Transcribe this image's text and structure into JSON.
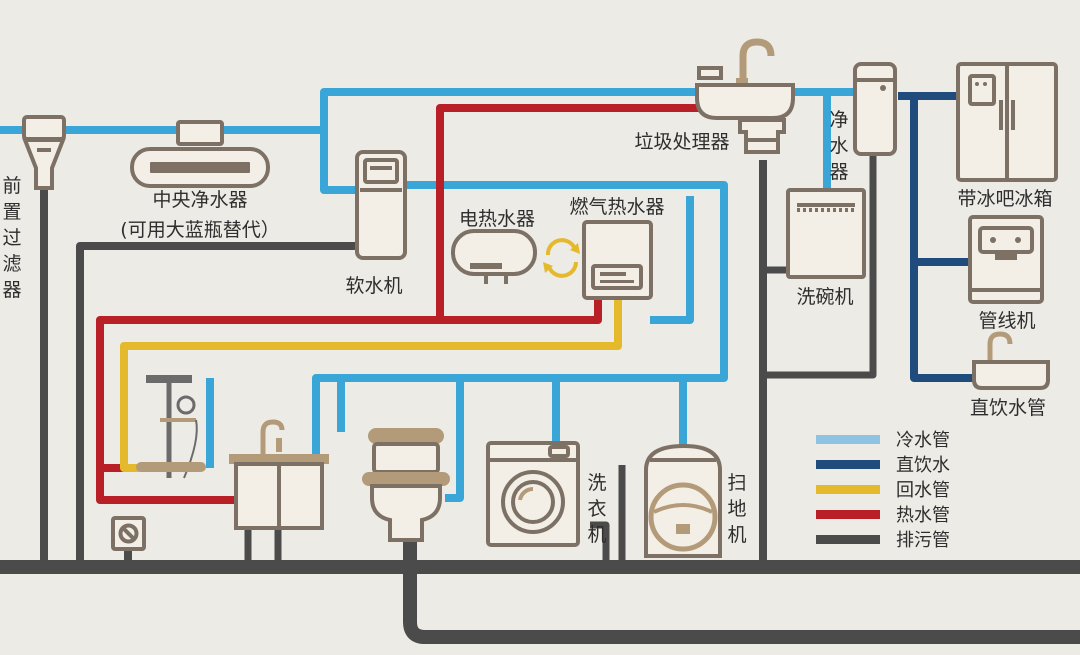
{
  "colors": {
    "cold": "#3aa6d8",
    "direct": "#1f4c7c",
    "return": "#e4b92c",
    "hot": "#b81f26",
    "drain": "#4b4b4b",
    "fixture_stroke": "#7d7166",
    "fixture_fill": "#f3efe6",
    "brass": "#b39b79",
    "background": "#ecebe6"
  },
  "labels": {
    "pre_filter": "前置过滤器",
    "central_purifier": "中央净水器",
    "central_purifier_note": "(可用大蓝瓶替代）",
    "softener": "软水机",
    "electric_heater": "电热水器",
    "gas_heater": "燃气热水器",
    "disposer": "垃圾处理器",
    "purifier": "净水器",
    "dishwasher": "洗碗机",
    "fridge": "带冰吧冰箱",
    "pipeline_machine": "管线机",
    "drinking_tap": "直饮水管",
    "washing_machine": "洗衣机",
    "robot_vacuum": "扫地机"
  },
  "legend": [
    {
      "label": "冷水管",
      "color": "#8fc3e6"
    },
    {
      "label": "直饮水",
      "color": "#1f4c7c"
    },
    {
      "label": "回水管",
      "color": "#e4b92c"
    },
    {
      "label": "热水管",
      "color": "#b81f26"
    },
    {
      "label": "排污管",
      "color": "#4b4b4b"
    }
  ]
}
